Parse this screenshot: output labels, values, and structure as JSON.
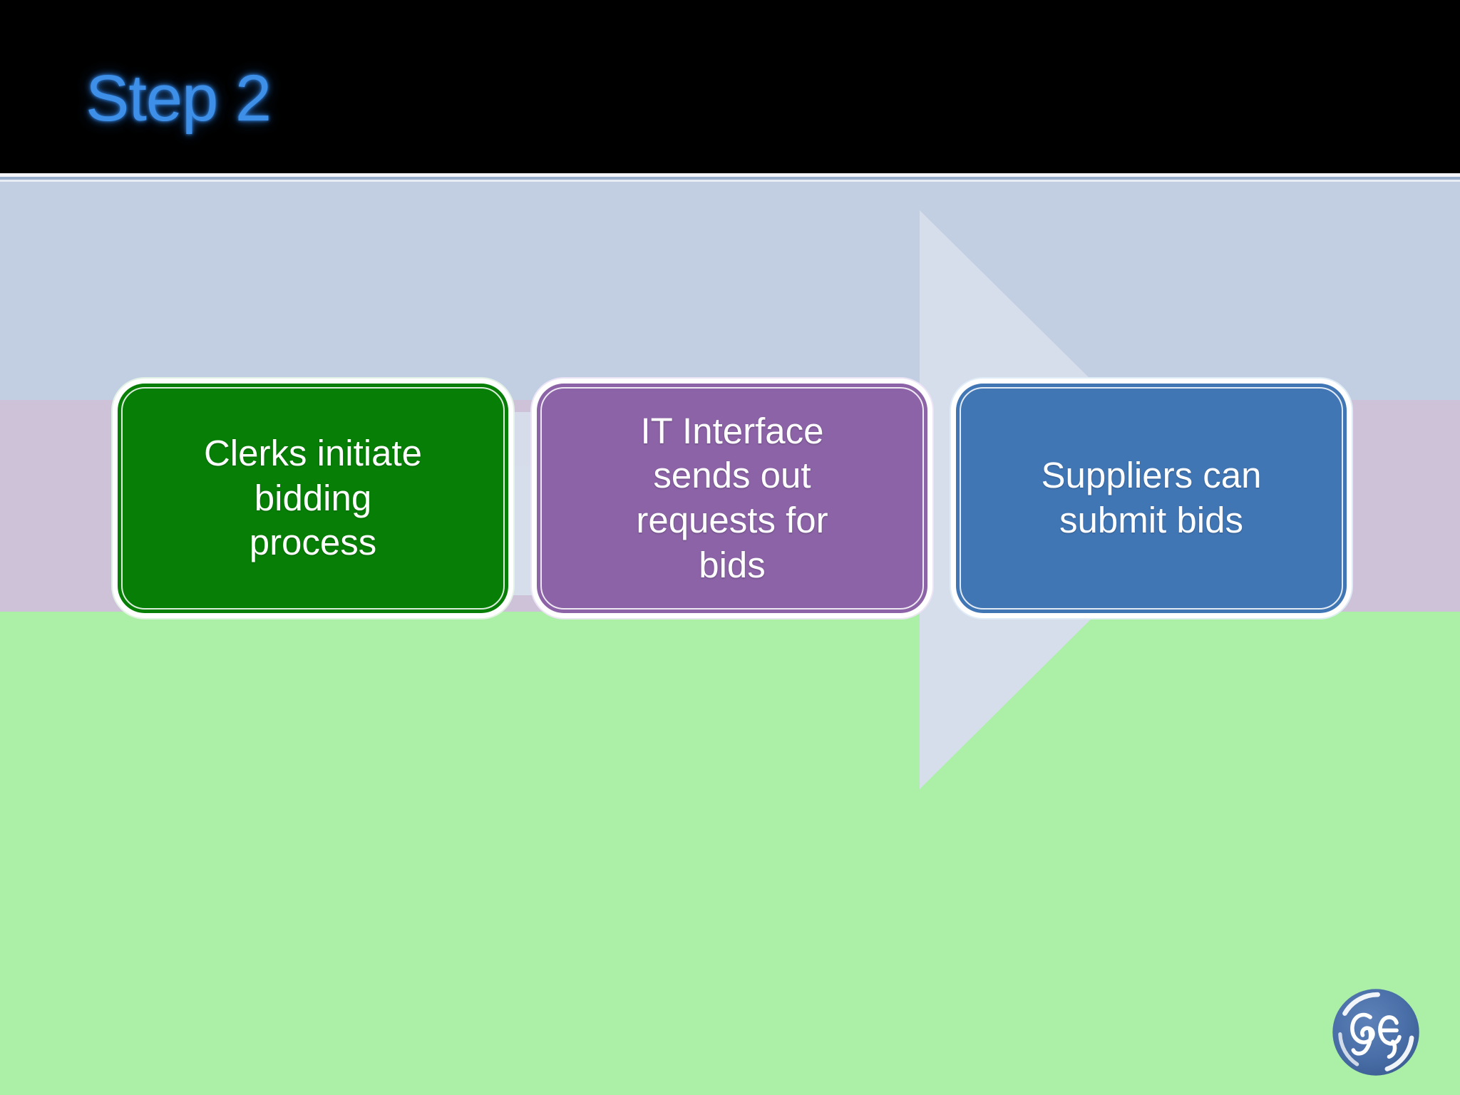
{
  "slide": {
    "title": "Step 2",
    "title_color": "#3d8fe8",
    "title_band_color": "#000000"
  },
  "background": {
    "bands": [
      {
        "name": "upper-blue",
        "color": "#c2cfe3"
      },
      {
        "name": "middle-mauve",
        "color": "#cec2d9"
      },
      {
        "name": "lower-green",
        "color": "#acefa6"
      }
    ],
    "watermark_arrow": {
      "name": "right-arrow-watermark",
      "color": "#d6ddeb",
      "direction": "right"
    }
  },
  "process": {
    "steps": [
      {
        "id": "clerks",
        "label": "Clerks initiate\nbidding\nprocess",
        "color": "#077f07"
      },
      {
        "id": "it-interface",
        "label": "IT Interface\nsends out\nrequests for\nbids",
        "color": "#8b63a6"
      },
      {
        "id": "suppliers",
        "label": "Suppliers can\nsubmit bids",
        "color": "#4176b5"
      }
    ]
  },
  "branding": {
    "logo_name": "ge-logo",
    "logo_text": "GE",
    "logo_circle_color": "#4a6fa8",
    "logo_mark_color": "#ffffff"
  }
}
